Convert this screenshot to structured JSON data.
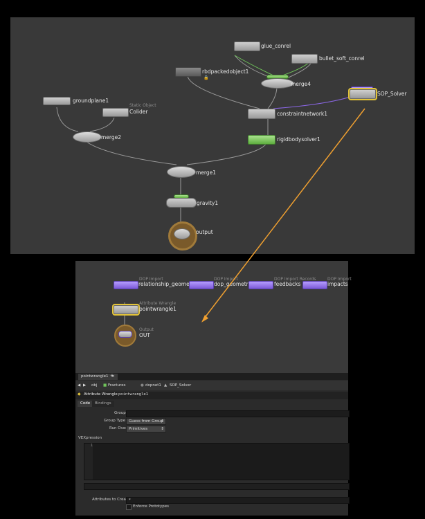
{
  "top_network": {
    "nodes": {
      "glue_conrel": "glue_conrel",
      "bullet_soft_conrel": "bullet_soft_conrel",
      "rbdpackedobject1": "rbdpackedobject1",
      "merge4": "merge4",
      "sop_solver": "SOP_Solver",
      "groundplane1": "groundplane1",
      "colider_type": "Static Object",
      "colider": "Colider",
      "constraintnetwork1": "constraintnetwork1",
      "rigidbodysolver1": "rigidbodysolver1",
      "merge2": "merge2",
      "merge1": "merge1",
      "gravity1": "gravity1",
      "output": "output"
    }
  },
  "bottom_network": {
    "nodes": {
      "rel_type": "DOP Import",
      "relationship_geometry": "relationship_geometry",
      "dop_geo_type": "DOP Import",
      "dop_geometry": "dop_geometry",
      "feedbacks_type": "DOP Import Records",
      "feedbacks": "feedbacks",
      "impacts_type": "DOP Import",
      "impacts": "impacts",
      "wrangle_type": "Attribute Wrangle",
      "pointwrangle1": "pointwrangle1",
      "out_type": "Output",
      "out": "OUT"
    }
  },
  "panel": {
    "tab_label": "pointwrangle1",
    "tab_close": "×",
    "tab_add": "+",
    "path": {
      "obj": "obj",
      "fractures": "Fractures",
      "dopnet": "dopnet1",
      "sop_solver": "SOP_Solver"
    },
    "node_type": "Attribute Wrangle",
    "node_name": "pointwrangle1",
    "tabs": {
      "code": "Code",
      "bindings": "Bindings"
    },
    "group_label": "Group",
    "group_value": "",
    "group_type_label": "Group Type",
    "group_type_value": "Guess from Group",
    "run_over_label": "Run Over",
    "run_over_value": "Primitives",
    "vex_label": "VEXpression",
    "line_number": "1",
    "attributes_label": "Attributes to Create",
    "attributes_value": "*",
    "enforce_label": "Enforce Prototypes"
  },
  "colors": {
    "arrow": "#f0a030",
    "selected_outline": "#e3c43a",
    "green_node": "#6fbf4a",
    "purple_node": "#8b67e6"
  }
}
